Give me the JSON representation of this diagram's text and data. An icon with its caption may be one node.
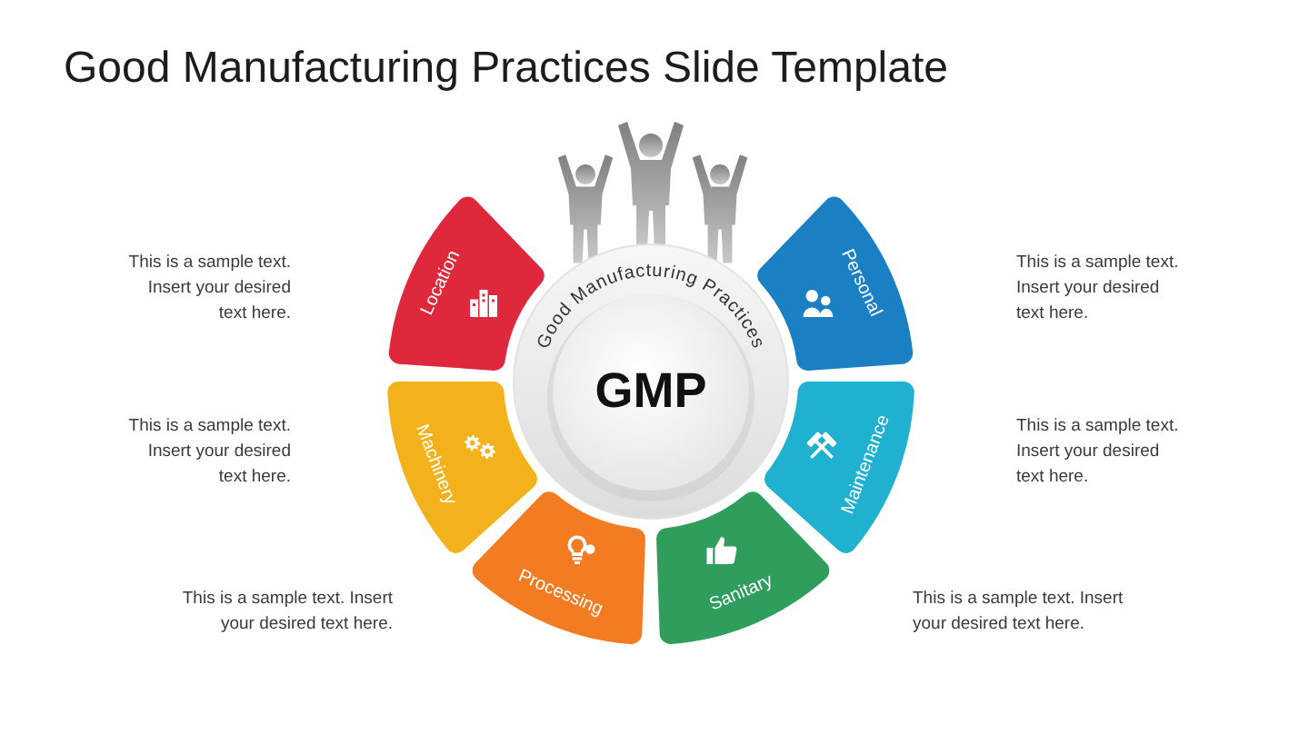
{
  "diagram": {
    "title": "Good Manufacturing Practices Slide Template",
    "nodes": [
      {
        "text": [
          "Good Manufacturing Practices",
          "GMP"
        ]
      },
      {
        "text": [
          "Location"
        ]
      },
      {
        "text": [
          "Personal"
        ]
      },
      {
        "text": [
          "Machinery"
        ]
      },
      {
        "text": [
          "Maintenance"
        ]
      },
      {
        "text": [
          "Processing"
        ]
      },
      {
        "text": [
          "Sanitary"
        ]
      }
    ],
    "labels": [
      "This is a sample text. Insert your desired text here.",
      "This is a sample text. Insert your desired text here.",
      "This is a sample text. Insert your desired text here.",
      "This is a sample text. Insert your desired text here.",
      "This is a sample text. Insert your desired text here.",
      "This is a sample text. Insert your desired text here."
    ]
  }
}
